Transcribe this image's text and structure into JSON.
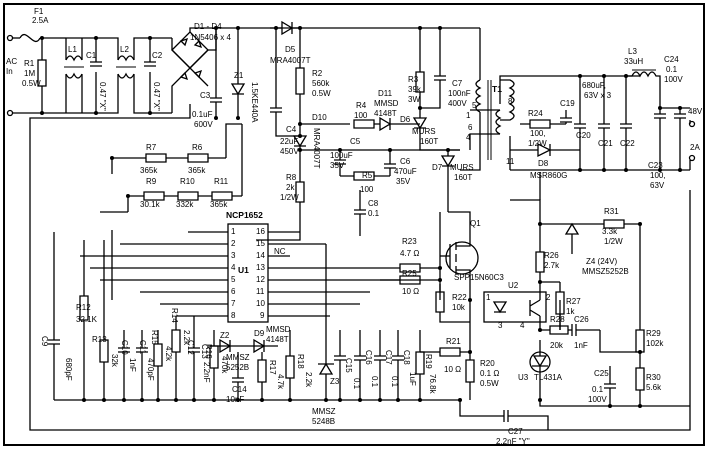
{
  "labels": {
    "f1": "F1",
    "f1_val": "2.5A",
    "ac": "AC",
    "ac_in": "In",
    "r1": "R1",
    "r1_v1": "1M",
    "r1_v2": "0.5W",
    "l1": "L1",
    "c1": "C1",
    "c1_val": "0.47 \"X\"",
    "l2": "L2",
    "c2": "C2",
    "c2_val": "0.47 \"X\"",
    "d1d4": "D1 - D4",
    "d1d4_val": "1N5406 x 4",
    "d5": "D5",
    "d5_val": "MRA4007T",
    "z1": "Z1",
    "z1_val": "1.5KE440A",
    "c3": "C3",
    "c3_v1": "0.1uF",
    "c3_v2": "600V",
    "r2": "R2",
    "r2_v1": "560k",
    "r2_v2": "0.5W",
    "d10": "D10",
    "d10_val": "MRA4007T",
    "c4": "C4",
    "c4_v1": "22uF",
    "c4_v2": "450V",
    "r4": "R4",
    "r4_val": "100",
    "d11": "D11",
    "d11_v1": "MMSD",
    "d11_v2": "4148T",
    "r3": "R3",
    "r3_v1": "39k",
    "r3_v2": "3W",
    "c7": "C7",
    "c7_v1": "100nF",
    "c7_v2": "400V",
    "t1": "T1",
    "d6": "D6",
    "d6_v1": "MURS",
    "d6_v2": "160T",
    "d7": "D7",
    "d7_v1": "MURS",
    "d7_v2": "160T",
    "c5": "C5",
    "c5_v1": "100uF",
    "c5_v2": "35V",
    "c6": "C6",
    "c6_v1": "470uF",
    "c6_v2": "35V",
    "r5": "R5",
    "r5_val": "100",
    "r7": "R7",
    "r7_val": "365k",
    "r6": "R6",
    "r6_val": "365k",
    "r9": "R9",
    "r9_val": "30.1k",
    "r10": "R10",
    "r10_val": "332k",
    "r11": "R11",
    "r11_val": "365k",
    "r8": "R8",
    "r8_v1": "2k",
    "r8_v2": "1/2W",
    "c8": "C8",
    "c8_val": "0.1",
    "ic": "NCP1652",
    "u1": "U1",
    "nc": "NC",
    "pins_left": [
      "1",
      "2",
      "3",
      "4",
      "5",
      "6",
      "7",
      "8"
    ],
    "pins_right": [
      "16",
      "15",
      "14",
      "13",
      "12",
      "11",
      "10",
      "9"
    ],
    "r23": "R23",
    "r23_val": "4.7 Ω",
    "r25": "R25",
    "r25_val": "10 Ω",
    "r22": "R22",
    "r22_val": "10k",
    "q1": "Q1",
    "q1_val": "SPP15N60C3",
    "r24": "R24",
    "r24_v1": "100,",
    "r24_v2": "1/2W",
    "c19": "C19",
    "d8": "D8",
    "d8_val": "MSR860G",
    "t_pins": [
      "8",
      "1",
      "4",
      "6",
      "5",
      "11"
    ],
    "c20": "C20",
    "c21": "C21",
    "c22": "C22",
    "cout_v1": "680uF,",
    "cout_v2": "63V x 3",
    "l3": "L3",
    "l3_val": "33uH",
    "c24": "C24",
    "c24_v1": "0.1",
    "c24_v2": "100V",
    "c23": "C23",
    "c23_v1": "100,",
    "c23_v2": "63V",
    "out_v": "48V",
    "out_i": "2A",
    "r31": "R31",
    "r31_v1": "3.3k",
    "r31_v2": "1/2W",
    "r26": "R26",
    "r26_val": "2.7k",
    "z4": "Z4 (24V)",
    "z4_val": "MMSZ5252B",
    "u2": "U2",
    "u2_pins": [
      "1",
      "2",
      "3",
      "4"
    ],
    "r27": "R27",
    "r27_val": "1k",
    "r28": "R28",
    "r28_val": "20k",
    "c26": "C26",
    "c26_val": "1nF",
    "r29": "R29",
    "r29_val": "102k",
    "r30": "R30",
    "r30_val": "5.6k",
    "c25": "C25",
    "c25_v1": "0.1",
    "c25_v2": "100V",
    "u3": "U3",
    "u3_val": "TL431A",
    "r12": "R12",
    "r12_val": "32.1K",
    "c9": "C9",
    "c9_val": "680pF",
    "r13": "R13",
    "r13_val": "32k",
    "c10": "C10",
    "c10_val": "1nF",
    "c11": "C11",
    "c11_val": "470pF",
    "c12": "C12",
    "c12_val": "470pF",
    "r15": "R15",
    "r15_val": "4.2k",
    "r14": "R14",
    "r14_val": "2.2k",
    "c13": "C13",
    "c13_val": "2.2nF",
    "r16": "R16",
    "r16_val": "470k",
    "z2": "Z2",
    "z2_v1": "MMSZ",
    "z2_v2": "5252B",
    "d9": "D9",
    "d9_v1": "MMSD",
    "d9_v2": "4148T",
    "c14": "C14",
    "c14_val": "10nF",
    "r17": "R17",
    "r17_val": "4.7k",
    "r18": "R18",
    "r18_val": "2.2k",
    "z3": "Z3",
    "z3_v1": "MMSZ",
    "z3_v2": "5248B",
    "c15": "C15",
    "c16": "C16",
    "c17": "C17",
    "c18": "C18",
    "c15_val": "0.1",
    "c16_val": "0.1",
    "c17_val": "0.1",
    "c18_val": "1uF",
    "r19": "R19",
    "r19_val": "76.8k",
    "r21": "R21",
    "r21_val": "10 Ω",
    "r20": "R20",
    "r20_v1": "0.1 Ω",
    "r20_v2": "0.5W",
    "c27": "C27",
    "c27_val": "2.2nF \"Y\""
  }
}
